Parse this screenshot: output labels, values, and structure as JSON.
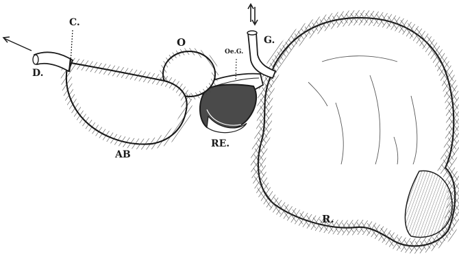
{
  "labels": {
    "c": "C.",
    "d": "D.",
    "o": "O",
    "oeg": "Oe.G.",
    "g": "G.",
    "ab": "AB",
    "re": "RE.",
    "r": "R."
  },
  "colors": {
    "ink": "#1a1a1a",
    "hatch": "#3a3a3a",
    "shade": "#555555",
    "paper": "#ffffff"
  }
}
